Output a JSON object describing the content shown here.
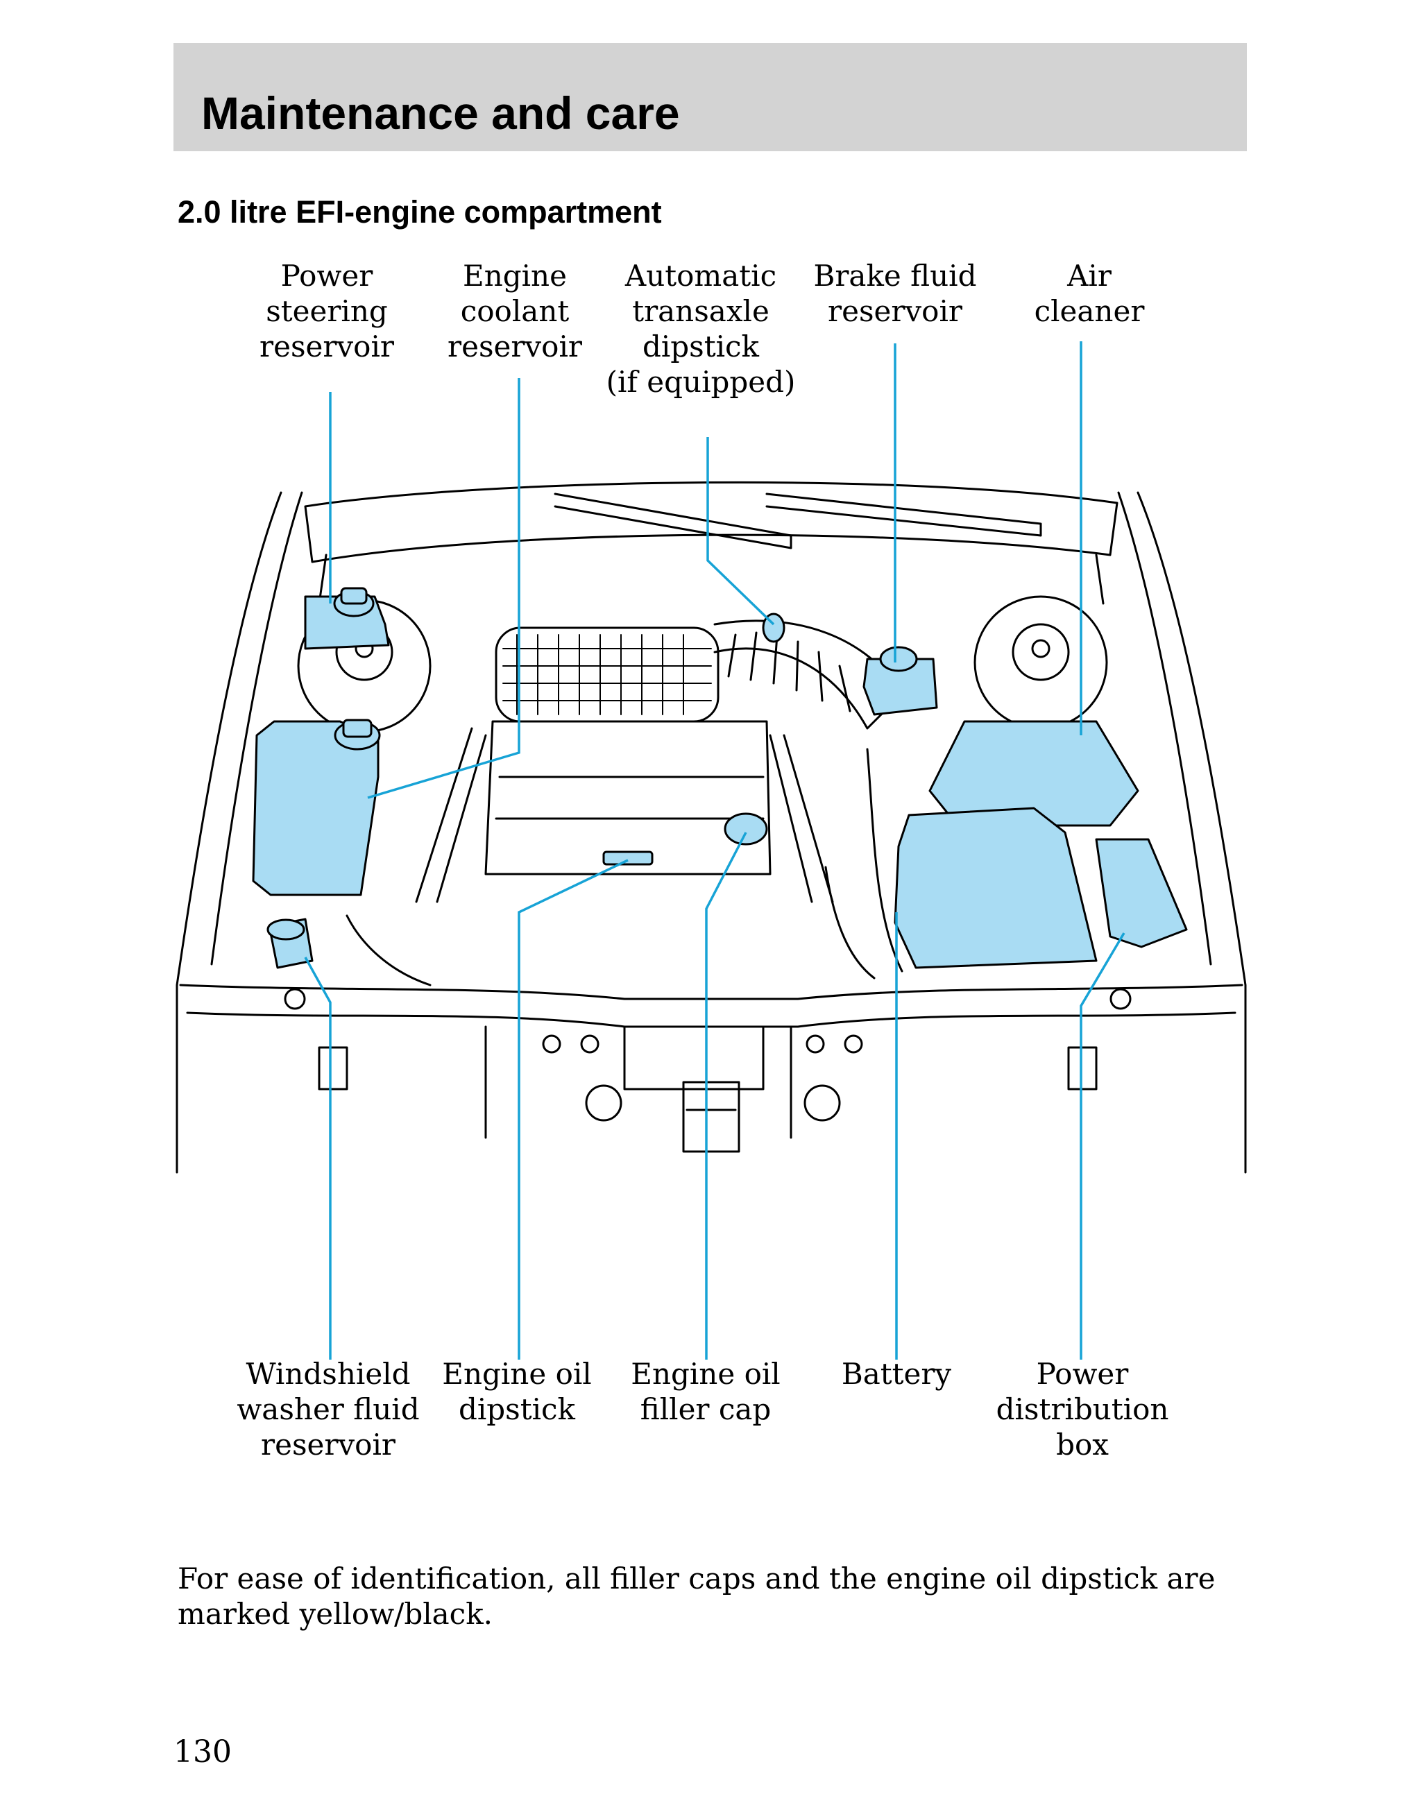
{
  "header": {
    "title": "Maintenance and care"
  },
  "section": {
    "title": "2.0 litre EFI-engine compartment"
  },
  "labels_top": [
    {
      "id": "power-steering-reservoir",
      "text": "Power\nsteering\nreservoir"
    },
    {
      "id": "engine-coolant-reservoir",
      "text": "Engine\ncoolant\nreservoir"
    },
    {
      "id": "automatic-transaxle-dipstick",
      "text": "Automatic\ntransaxle\ndipstick\n(if equipped)"
    },
    {
      "id": "brake-fluid-reservoir",
      "text": "Brake fluid\nreservoir"
    },
    {
      "id": "air-cleaner",
      "text": "Air\ncleaner"
    }
  ],
  "labels_bottom": [
    {
      "id": "windshield-washer-fluid-reservoir",
      "text": "Windshield\nwasher fluid\nreservoir"
    },
    {
      "id": "engine-oil-dipstick",
      "text": "Engine oil\ndipstick"
    },
    {
      "id": "engine-oil-filler-cap",
      "text": "Engine oil\nfiller cap"
    },
    {
      "id": "battery",
      "text": "Battery"
    },
    {
      "id": "power-distribution-box",
      "text": "Power\ndistribution\nbox"
    }
  ],
  "note": "For ease of identification, all filler caps and the engine oil dipstick are marked yellow/black.",
  "page_number": "130",
  "colors": {
    "header_bg": "#d3d3d3",
    "callout_line": "#17a3d6",
    "component_fill": "#a9dcf3"
  }
}
